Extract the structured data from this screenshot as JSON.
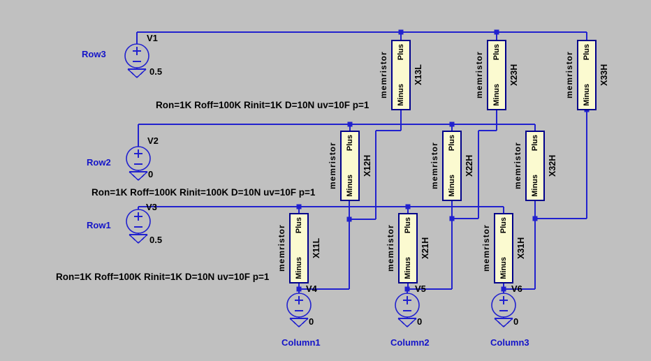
{
  "colors": {
    "background": "#C0C0C0",
    "wire": "#2121CE",
    "component_border": "#00008B",
    "component_fill": "#FBFAD0",
    "label_blue": "#1414C8",
    "text": "#000000"
  },
  "memristor_labels": {
    "type": "memristor",
    "plus": "Plus",
    "minus": "Minus"
  },
  "memristors": [
    {
      "designator": "X13L"
    },
    {
      "designator": "X23H"
    },
    {
      "designator": "X33H"
    },
    {
      "designator": "X12H"
    },
    {
      "designator": "X22H"
    },
    {
      "designator": "X32H"
    },
    {
      "designator": "X11L"
    },
    {
      "designator": "X21H"
    },
    {
      "designator": "X31H"
    }
  ],
  "row_sources": [
    {
      "name": "V1",
      "value": "0.5",
      "label": "Row3"
    },
    {
      "name": "V2",
      "value": "0",
      "label": "Row2"
    },
    {
      "name": "V3",
      "value": "0.5",
      "label": "Row1"
    }
  ],
  "column_sources": [
    {
      "name": "V4",
      "value": "0",
      "label": "Column1"
    },
    {
      "name": "V5",
      "value": "0",
      "label": "Column2"
    },
    {
      "name": "V6",
      "value": "0",
      "label": "Column3"
    }
  ],
  "param_lines": [
    "Ron=1K Roff=100K Rinit=1K D=10N uv=10F p=1",
    "Ron=1K Roff=100K Rinit=100K D=10N uv=10F p=1",
    "Ron=1K Roff=100K Rinit=1K D=10N uv=10F p=1"
  ]
}
